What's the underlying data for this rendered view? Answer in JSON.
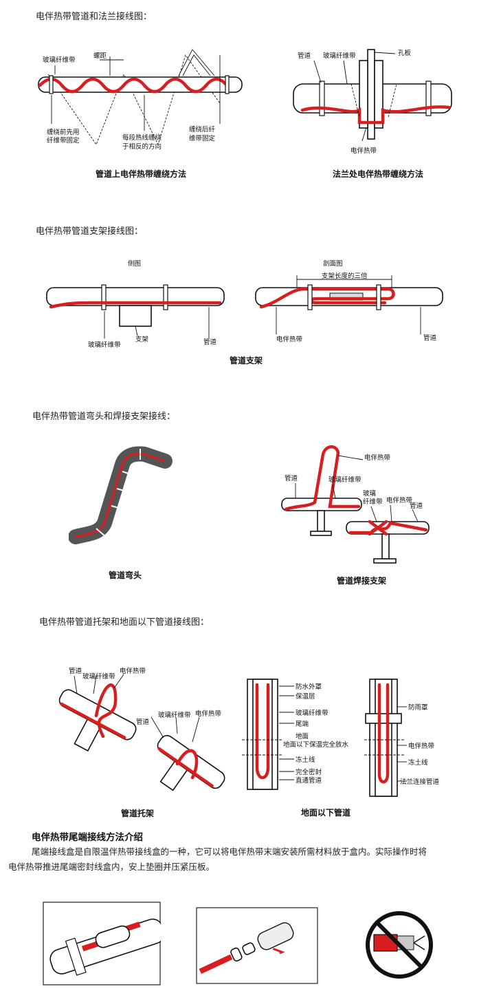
{
  "sections": [
    {
      "heading": "电伴热带管道和法兰接线图："
    },
    {
      "heading": "电伴热带管道支架接线图："
    },
    {
      "heading": "电伴热带管道弯头和焊接支架接线："
    },
    {
      "heading": "电伴热带管道托架和地面以下管道接线图："
    }
  ],
  "fig1": {
    "caption": "管道上电伴热带缠绕方法",
    "labels": {
      "glass_tape": "玻璃纤维带",
      "pitch": "螺距",
      "before": [
        "缠绕前先用",
        "纤维带固定"
      ],
      "reverse": [
        "每段热线缠绕",
        "于相反的方向"
      ],
      "after": [
        "缠绕后纤",
        "维带固定"
      ]
    }
  },
  "fig2": {
    "caption": "法兰处电伴热带缠绕方法",
    "labels": {
      "pipe": "管道",
      "glass_tape": "玻璃纤维带",
      "orifice": "孔板",
      "cable": "电伴热带"
    }
  },
  "fig3": {
    "caption": "管道支架",
    "labels": {
      "side_view": "侧图",
      "section_view": "剖面图",
      "glass_tape": "玻璃纤维带",
      "support": "支架",
      "pipe": "管道",
      "cable": "电伴热带",
      "triple": "支架长度的三倍"
    }
  },
  "fig4": {
    "caption_elbow": "管道弯头",
    "caption_weld": "管道焊接支架",
    "labels": {
      "cable": "电伴热带",
      "pipe": "管道",
      "glass_tape": "玻璃纤维带",
      "glass": "玻璃",
      "fiber_tape": "纤维带"
    }
  },
  "fig5": {
    "caption_bracket": "管道托架",
    "caption_ground": "地面以下管道",
    "labels": {
      "pipe": "管道",
      "glass_tape": "玻璃纤维带",
      "cable": "电伴热带",
      "waterproof": "防水外罩",
      "insulation": "保温层",
      "tail": "尾端",
      "ground": "地面",
      "below_ground": "地面以下保温完全放水",
      "frost": "冻土线",
      "sealed": "完全密封",
      "straight": "直通管道",
      "rain_cover": "防雨罩",
      "flange": "法兰连接管道"
    }
  },
  "tail_section": {
    "title": "电伴热带尾端接线方法介绍",
    "paragraph_line1": "尾端接线盒是自限温伴热带接线盒的一种，它可以将电伴热带末端安装所需材料放于盒内。实际操作时将",
    "paragraph_line2": "电伴热带推进尾端密封线盒内，安上垫圈并压紧压板。"
  },
  "colors": {
    "cable_red": "#d81e1e",
    "pipe_outline": "#111111",
    "background": "#ffffff"
  }
}
